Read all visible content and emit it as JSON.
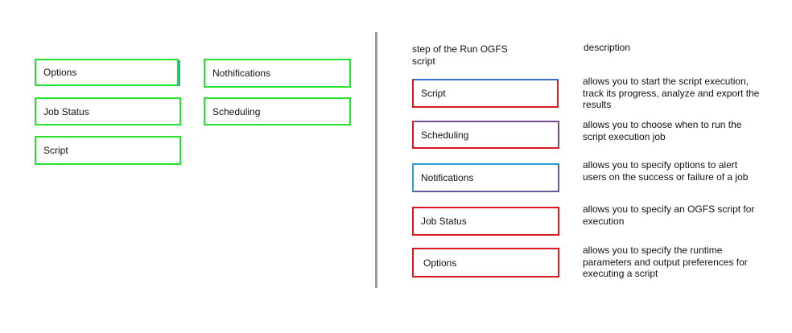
{
  "source_items": [
    "Options",
    "Nothifications",
    "Job Status",
    "Scheduling",
    "Script"
  ],
  "headers": {
    "step": "step of the Run OGFS script",
    "description": "description"
  },
  "targets": [
    {
      "label": "Script",
      "description": "allows you to start the script execution, track its progress, analyze and export the results"
    },
    {
      "label": "Scheduling",
      "description": "allows you to choose when to run the script execution job"
    },
    {
      "label": "Notifications",
      "description": "allows you to specify options to alert users on the success or failure of a job"
    },
    {
      "label": "Job Status",
      "description": "allows you to specify an OGFS script for execution"
    },
    {
      "label": "Options",
      "description": "allows you to specify the runtime parameters and output preferences for executing a script"
    }
  ],
  "colors": {
    "source_border": "#22e42a",
    "accent_blue": "#2b9fd0",
    "target_red": "#d8191f",
    "divider": "#9a9a9a"
  }
}
